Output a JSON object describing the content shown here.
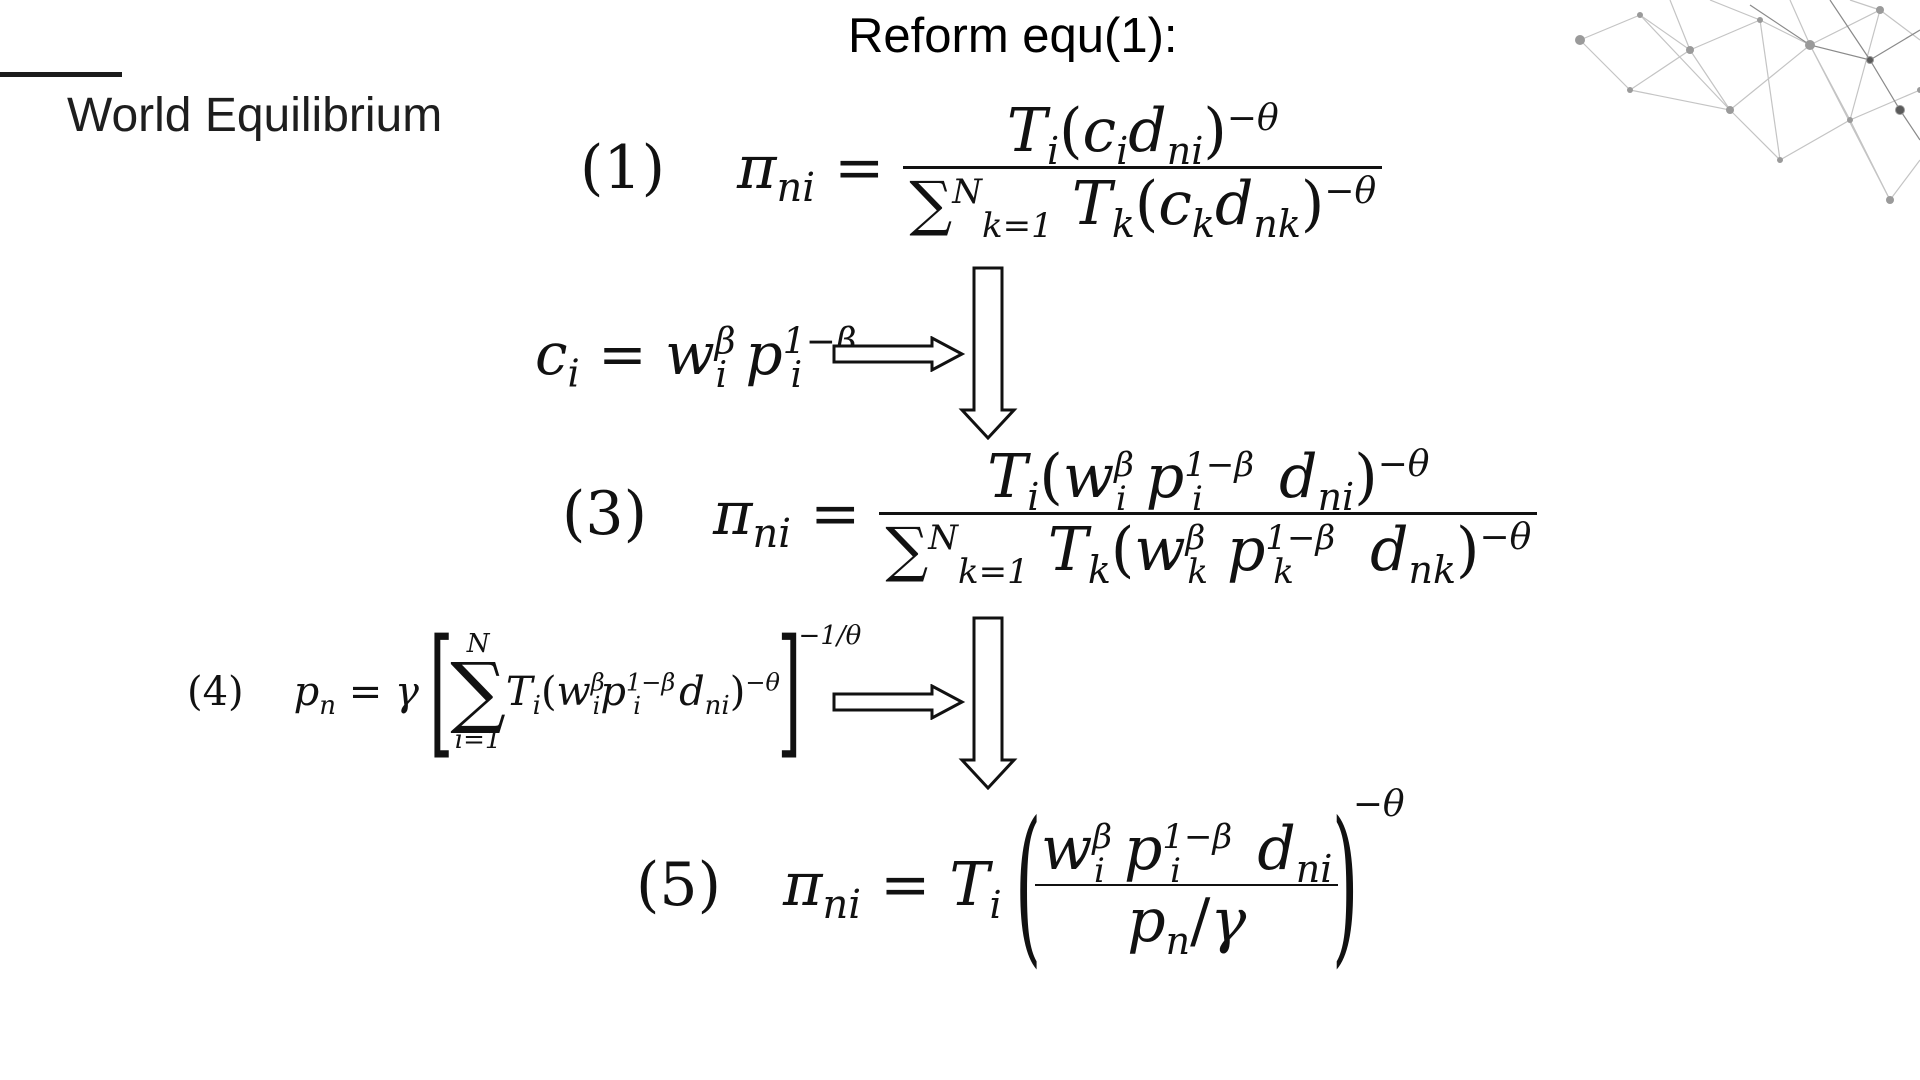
{
  "header": {
    "section_title": "World Equilibrium",
    "slide_title": "Reform equ(1):"
  },
  "equations": {
    "eq1": {
      "tag": "(1)"
    },
    "eq_c": {
      "lhs": "c"
    },
    "eq3": {
      "tag": "(3)"
    },
    "eq4": {
      "tag": "(4)"
    },
    "eq5": {
      "tag": "(5)"
    }
  },
  "icons": [
    "right-arrow-icon",
    "down-arrow-icon",
    "network-decoration"
  ]
}
